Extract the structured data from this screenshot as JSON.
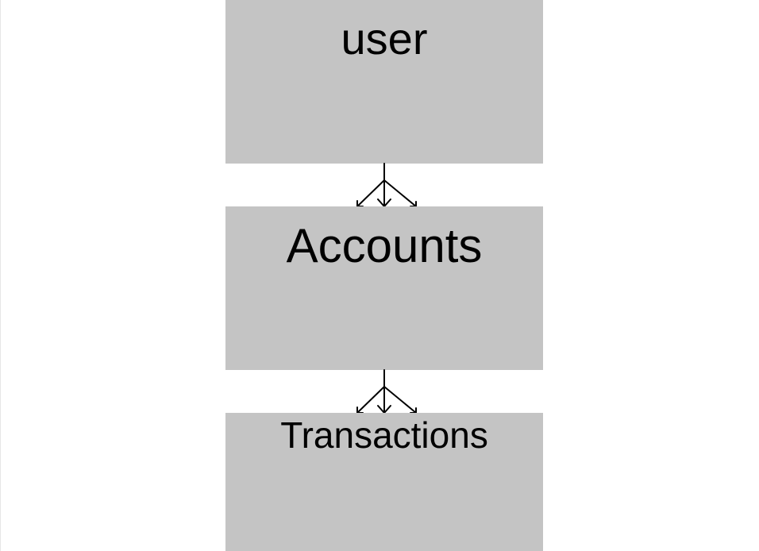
{
  "diagram": {
    "entities": [
      {
        "id": "user",
        "label": "user"
      },
      {
        "id": "accounts",
        "label": "Accounts"
      },
      {
        "id": "transactions",
        "label": "Transactions"
      }
    ],
    "relationships": [
      {
        "from": "user",
        "to": "accounts",
        "cardinality": "one-to-many"
      },
      {
        "from": "accounts",
        "to": "transactions",
        "cardinality": "one-to-many"
      }
    ]
  },
  "colors": {
    "entity_fill": "#c4c4c4",
    "connector_stroke": "#000000",
    "background": "#ffffff"
  }
}
